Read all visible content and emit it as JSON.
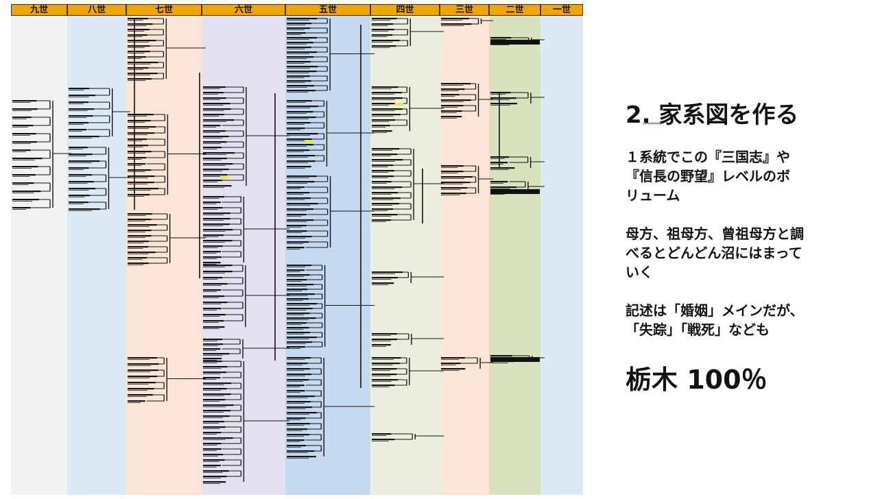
{
  "chart": {
    "generations": [
      {
        "label": "九世",
        "color": "#f2f2f2"
      },
      {
        "label": "八世",
        "color": "#dbeaf4"
      },
      {
        "label": "七世",
        "color": "#fbe5d6"
      },
      {
        "label": "六世",
        "color": "#e4e0ef"
      },
      {
        "label": "五世",
        "color": "#c5d9f0"
      },
      {
        "label": "四世",
        "color": "#e9eedd"
      },
      {
        "label": "三世",
        "color": "#fbe5d6"
      },
      {
        "label": "二世",
        "color": "#d7e3bc"
      },
      {
        "label": "一世",
        "color": "#dbeaf4"
      }
    ]
  },
  "slide": {
    "title": "2. 家系図を作る",
    "para1": [
      "１系統でこの『三国志』や",
      "『信長の野望』レベルのボ",
      "リューム"
    ],
    "para2": [
      "母方、祖母方、曾祖母方と調",
      "べるとどんどん沼にはまって",
      "いく"
    ],
    "para3": [
      "記述は「婚姻」メインだが、",
      "「失踪」「戦死」なども"
    ],
    "highlight": "栃木 100％"
  }
}
